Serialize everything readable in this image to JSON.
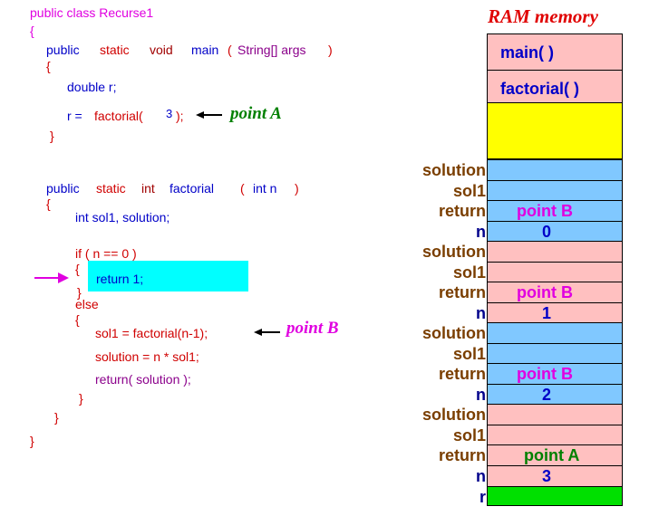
{
  "code": {
    "l1": "public class Recurse1",
    "l2": "{",
    "main_public": "public",
    "main_static": "static",
    "main_void": "void",
    "main_name": "main",
    "main_paren": "(",
    "main_args": "String[] args",
    "main_close": ")",
    "main_open_brace": "{",
    "double_r": "double r;",
    "r_eq": "r =",
    "factorial_call": "factorial(",
    "call_arg": "3",
    "call_end": ");",
    "main_close_brace": "}",
    "fact_public": "public",
    "fact_static": "static",
    "fact_int": "int",
    "fact_name": "factorial",
    "fact_paren": "(",
    "fact_param": "int n",
    "fact_close": ")",
    "fact_open_brace": "{",
    "decl": "int sol1, solution;",
    "if_line": "if ( n == 0 )",
    "if_open": "{",
    "return1": "return 1;",
    "if_close": "}",
    "else": "else",
    "else_open": "{",
    "sol1_line": "sol1 = factorial(n-1);",
    "solution_line": "solution = n * sol1;",
    "return_line": "return( solution );",
    "else_close": "}",
    "fact_close_brace": "}",
    "class_close": "}"
  },
  "annotations": {
    "point_a": "point A",
    "point_b": "point B"
  },
  "ram": {
    "title": "RAM memory",
    "main_label": "main( )",
    "factorial_label": "factorial( )",
    "labels": [
      "solution",
      "sol1",
      "return",
      "n",
      "solution",
      "sol1",
      "return",
      "n",
      "solution",
      "sol1",
      "return",
      "n",
      "solution",
      "sol1",
      "return",
      "n",
      "r"
    ],
    "values": [
      "",
      "",
      "point B",
      "0",
      "",
      "",
      "point B",
      "1",
      "",
      "",
      "point B",
      "2",
      "",
      "",
      "point A",
      "3",
      ""
    ]
  },
  "colors": {
    "pink": "#ffc0c0",
    "blue": "#80c8ff",
    "yellow": "#ffff00",
    "green": "#00e000",
    "cyan": "#00ffff",
    "magenta": "#e000e0",
    "brown": "#7a3e00",
    "navy": "#00008b"
  }
}
